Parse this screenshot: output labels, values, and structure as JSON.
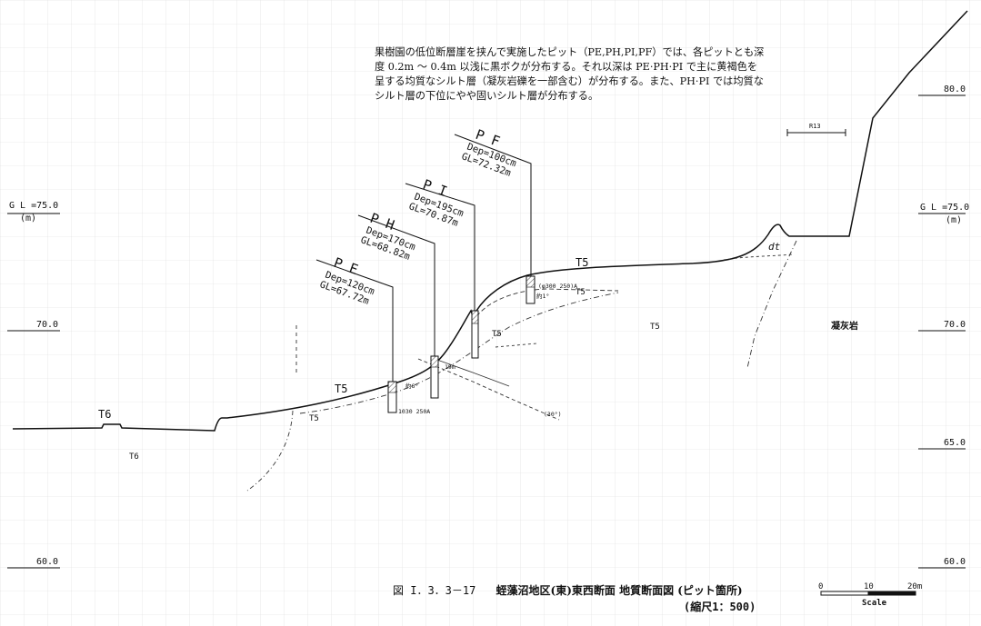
{
  "note": "果樹園の低位断層崖を挟んで実施したピット（PE,PH,PI,PF）では、各ピットとも深度 0.2m ～ 0.4m 以浅に黒ボクが分布する。それ以深は PE·PH·PI で主に黄褐色を呈する均質なシルト層（凝灰岩礫を一部含む）が分布する。また、PH·PI では均質なシルト層の下位にやや固いシルト層が分布する。",
  "caption": {
    "number": "図 I．3．3－17",
    "title": "蛭藻沼地区(東)東西断面 地質断面図 (ピット箇所)",
    "scale_text": "(縮尺1：500)"
  },
  "elevations": {
    "left": [
      "G L =75.0",
      "(m)",
      "70.0",
      "60.0"
    ],
    "right": [
      "80.0",
      "G L =75.0",
      "(m)",
      "70.0",
      "65.0",
      "60.0"
    ]
  },
  "pits": [
    {
      "name": "P E",
      "dep": "Dep=120cm",
      "gl": "GL=67.72m"
    },
    {
      "name": "P H",
      "dep": "Dep=170cm",
      "gl": "GL=68.82m"
    },
    {
      "name": "P I",
      "dep": "Dep=195cm",
      "gl": "GL=70.87m"
    },
    {
      "name": "P F",
      "dep": "Dep=100cm",
      "gl": "GL=72.32m"
    }
  ],
  "units": {
    "t6_surface": "T6",
    "t6_body": "T6",
    "t5_ph": "T5",
    "t5_low": "T5",
    "t5_pi": "T5",
    "t5_pf": "T5",
    "t5_upper": "T5",
    "t5_main": "T5",
    "tuff": "凝灰岩",
    "dt": "dt"
  },
  "road_label": "R13",
  "annotations": {
    "pf_note": "(φ300 250)A",
    "angle_pf": "約1°",
    "pe_note": "1030 250A",
    "dip": "(30°)",
    "pe_angle": "約6°",
    "ph_note": "19m"
  },
  "scale_bar": {
    "ticks": [
      "0",
      "10",
      "20m"
    ],
    "label": "Scale"
  }
}
